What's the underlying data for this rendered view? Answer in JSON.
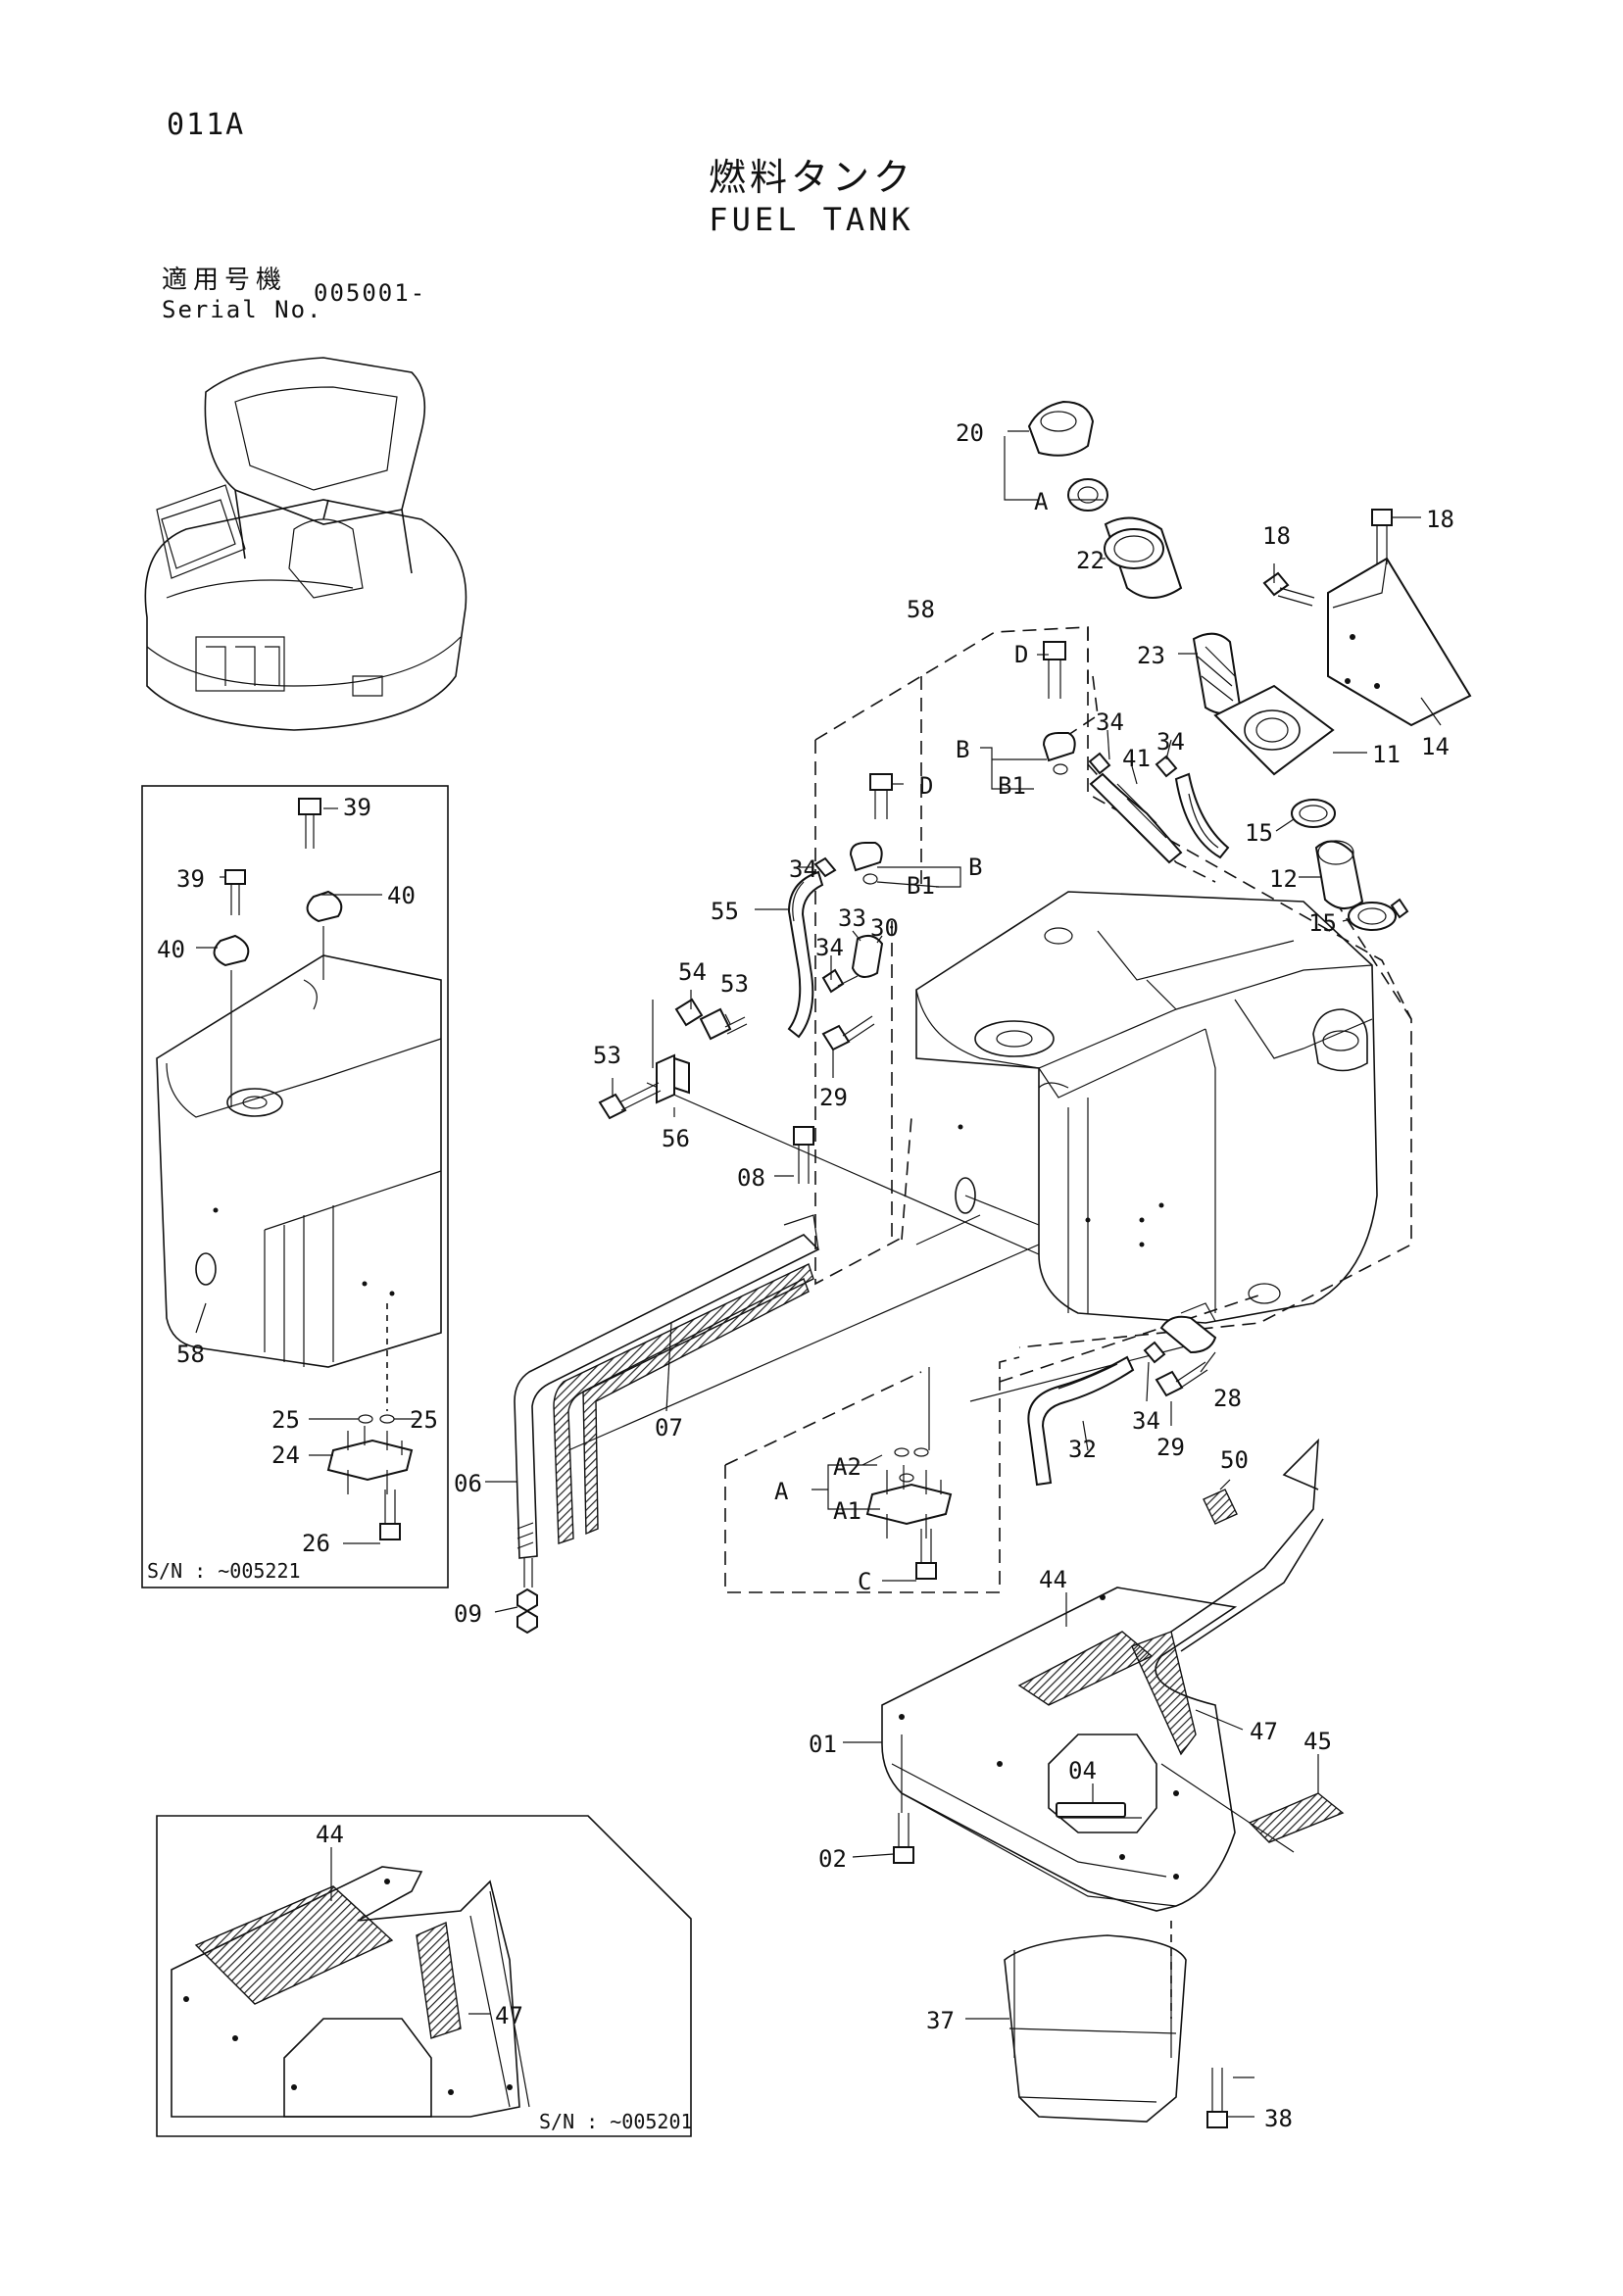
{
  "header": {
    "page_id": "011A",
    "title_jp": "燃料タンク",
    "title_en": "FUEL TANK",
    "serial_label_jp": "適用号機",
    "serial_label_en": "Serial No.",
    "serial_value": "005001-"
  },
  "insets": {
    "left_sn": "S/N : ~005221",
    "bottom_sn": "S/N : ~005201"
  },
  "callouts": {
    "c01": "01",
    "c02": "02",
    "c04": "04",
    "c06": "06",
    "c07": "07",
    "c08": "08",
    "c09": "09",
    "c11": "11",
    "c12": "12",
    "c14": "14",
    "c15a": "15",
    "c15b": "15",
    "c18a": "18",
    "c18b": "18",
    "c20": "20",
    "c22": "22",
    "c23": "23",
    "c24": "24",
    "c25a": "25",
    "c25b": "25",
    "c26": "26",
    "c28": "28",
    "c29a": "29",
    "c29b": "29",
    "c30": "30",
    "c32": "32",
    "c33": "33",
    "c34a": "34",
    "c34b": "34",
    "c34c": "34",
    "c34d": "34",
    "c34e": "34",
    "c37": "37",
    "c38": "38",
    "c39a": "39",
    "c39b": "39",
    "c40a": "40",
    "c40b": "40",
    "c41": "41",
    "c44a": "44",
    "c44b": "44",
    "c45": "45",
    "c47a": "47",
    "c47b": "47",
    "c50": "50",
    "c53a": "53",
    "c53b": "53",
    "c54": "54",
    "c55": "55",
    "c56": "56",
    "c58a": "58",
    "c58b": "58",
    "rA_top": "A",
    "rA_bot": "A",
    "rA1": "A1",
    "rA2": "A2",
    "rB1": "B",
    "rB2": "B",
    "rB1a": "B1",
    "rB1b": "B1",
    "rC": "C",
    "rD1": "D",
    "rD2": "D"
  }
}
